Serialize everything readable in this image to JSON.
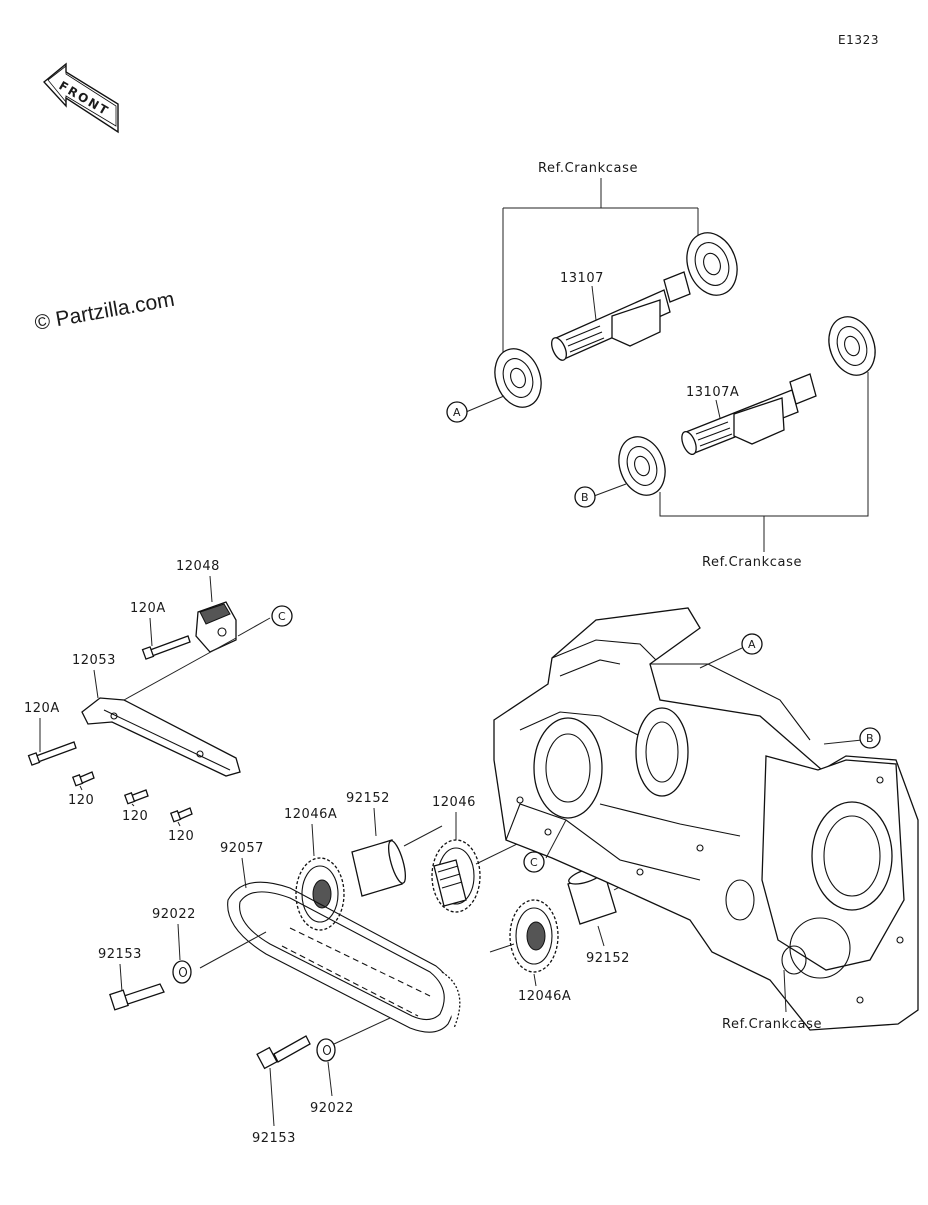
{
  "diagram": {
    "code": "E1323",
    "front_label": "FRONT",
    "watermark": "© Partzilla.com",
    "refs": {
      "top": "Ref.Crankcase",
      "middle": "Ref.Crankcase",
      "bottom": "Ref.Crankcase"
    },
    "circles": {
      "a": "A",
      "b": "B",
      "c": "C"
    },
    "parts": {
      "p13107": "13107",
      "p13107A": "13107A",
      "p12048": "12048",
      "p120A_top": "120A",
      "p12053": "12053",
      "p120A_left": "120A",
      "p120_a": "120",
      "p120_b": "120",
      "p120_c": "120",
      "p92057": "92057",
      "p12046A_top": "12046A",
      "p92152_top": "92152",
      "p12046": "12046",
      "p92022_left": "92022",
      "p92153_left": "92153",
      "p92152_bottom": "92152",
      "p12046A_bottom": "12046A",
      "p92022_bottom": "92022",
      "p92153_bottom": "92153"
    }
  }
}
